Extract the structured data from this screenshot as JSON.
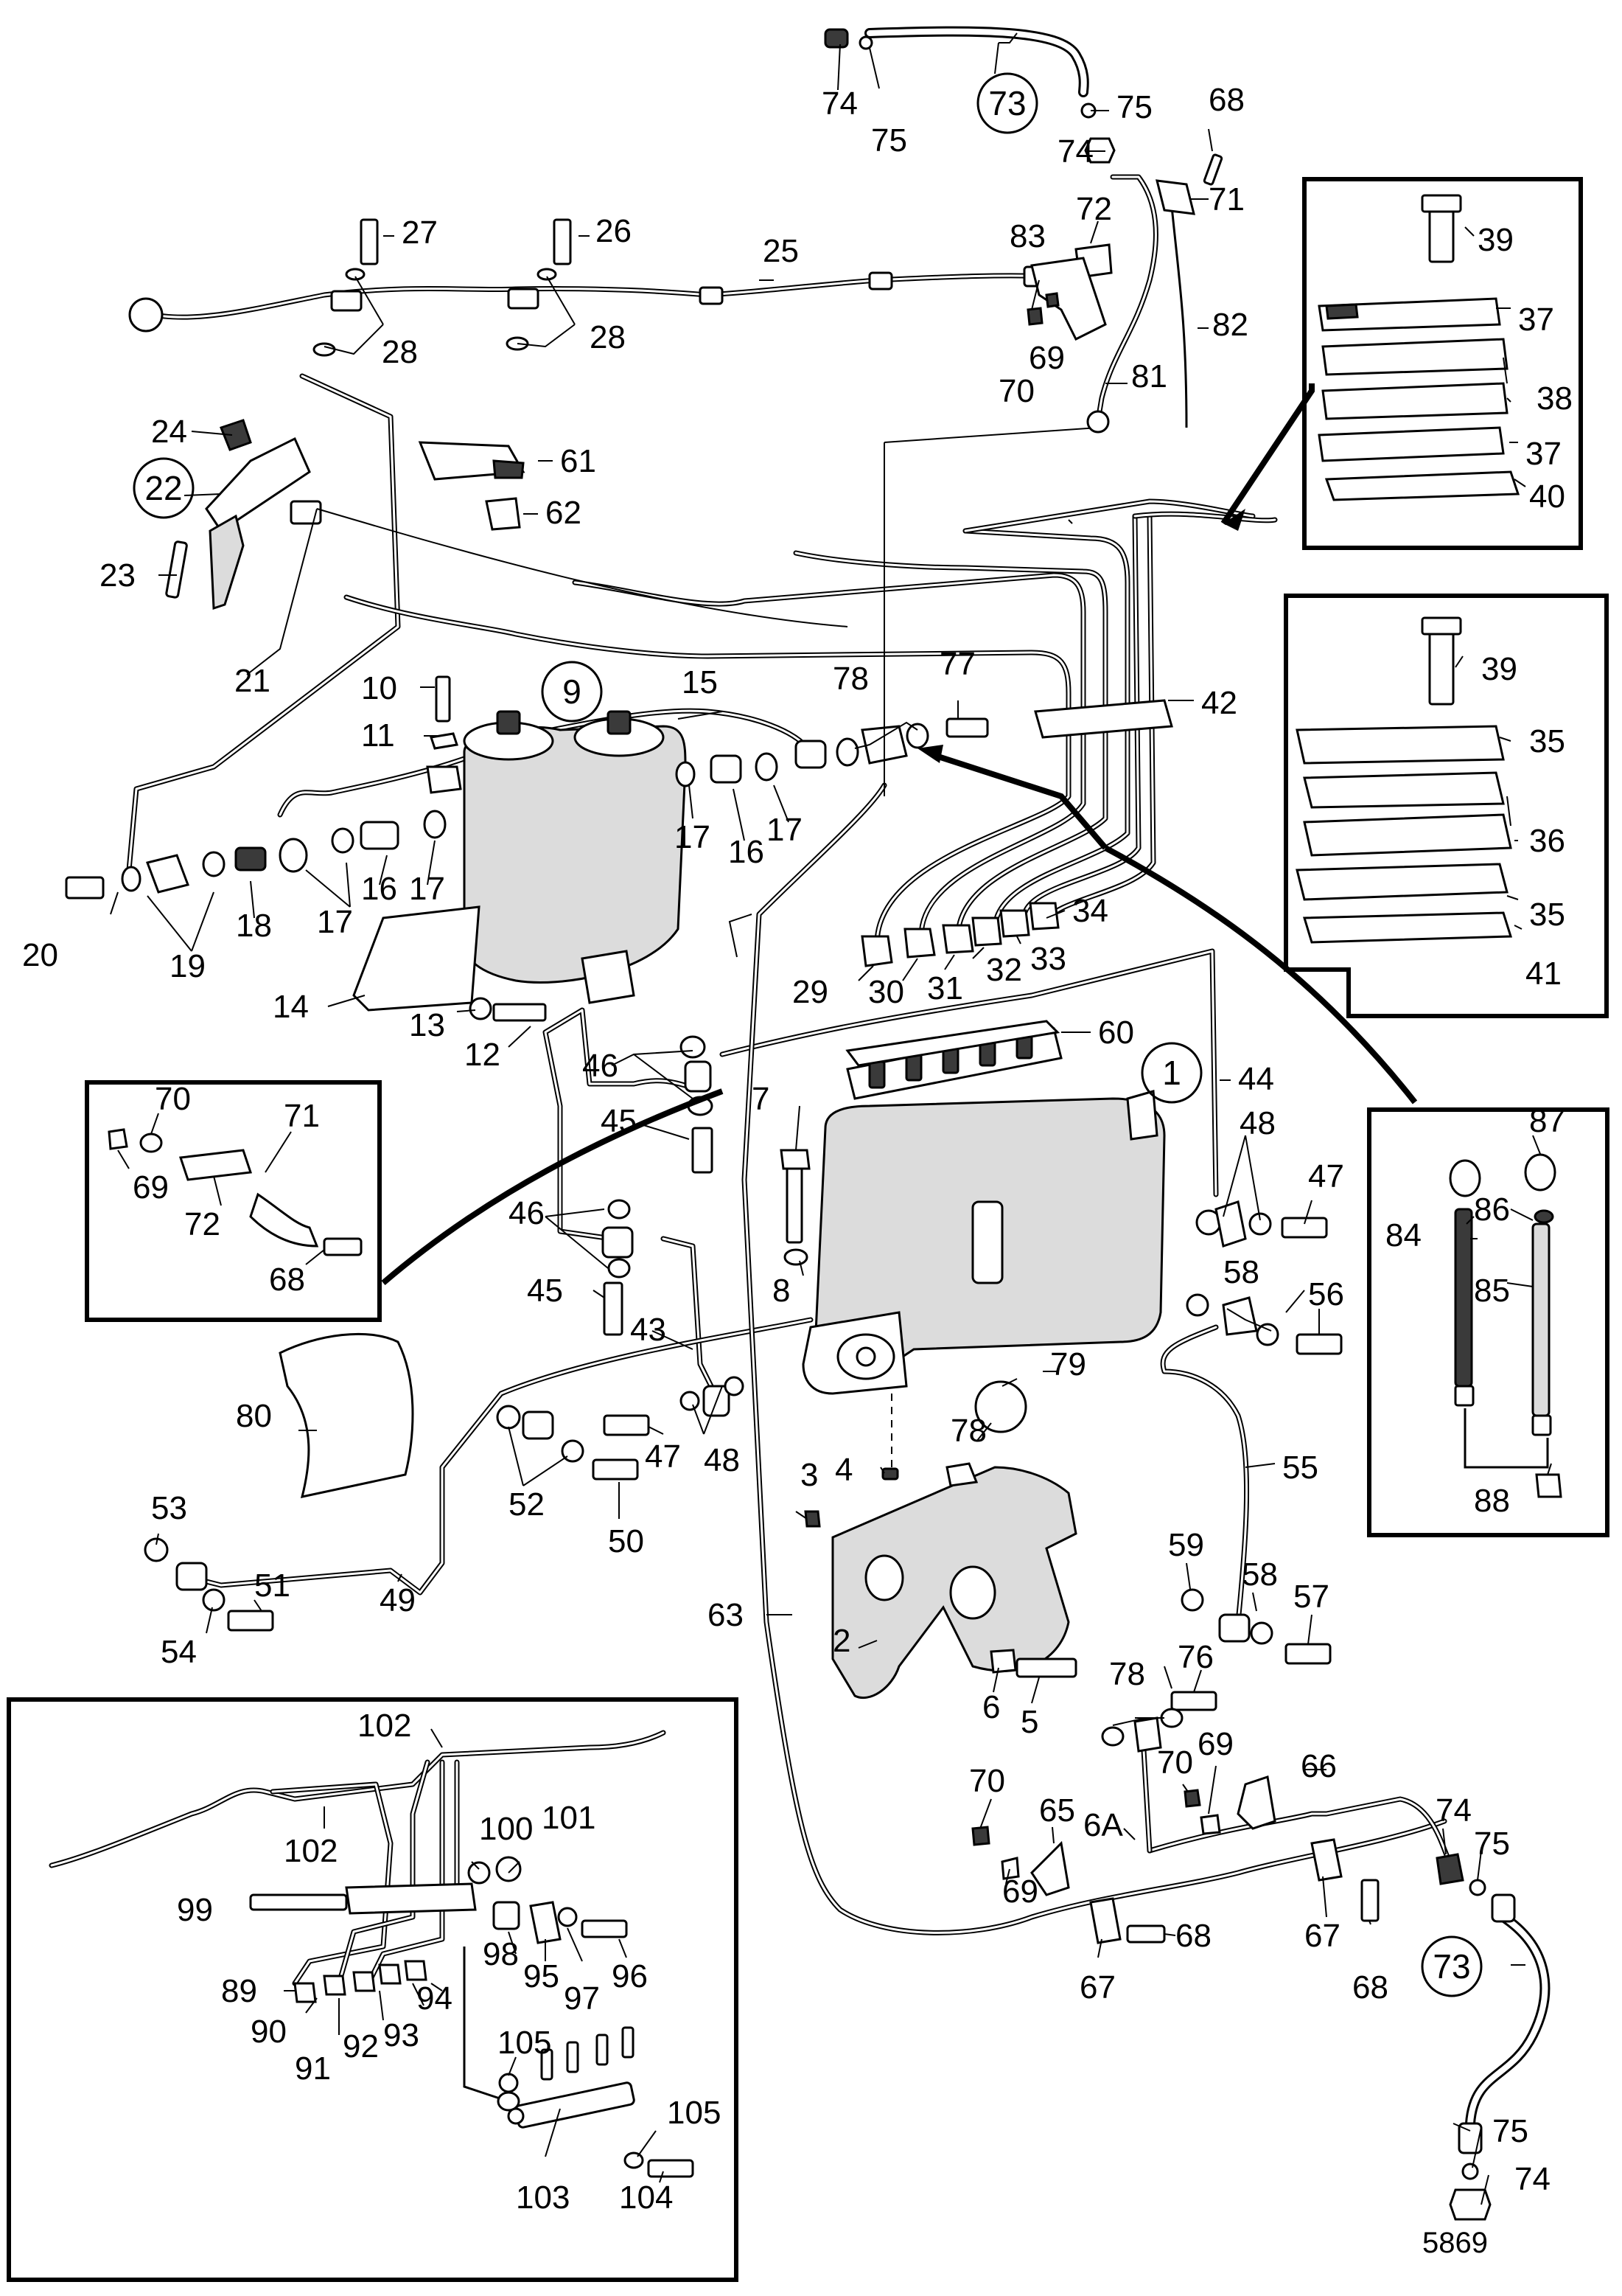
{
  "diagram": {
    "drawing_number": "5869",
    "callouts": {
      "c1": "1",
      "c2": "2",
      "c3": "3",
      "c4": "4",
      "c5": "5",
      "c6": "6",
      "c6A": "6A",
      "c7": "7",
      "c8": "8",
      "c9": "9",
      "c10": "10",
      "c11": "11",
      "c12": "12",
      "c13": "13",
      "c14": "14",
      "c15": "15",
      "c16": "16",
      "c17": "17",
      "c18": "18",
      "c19": "19",
      "c20": "20",
      "c21": "21",
      "c22": "22",
      "c23": "23",
      "c24": "24",
      "c25": "25",
      "c26": "26",
      "c27": "27",
      "c28": "28",
      "c29": "29",
      "c30": "30",
      "c31": "31",
      "c32": "32",
      "c33": "33",
      "c34": "34",
      "c35": "35",
      "c36": "36",
      "c37": "37",
      "c38": "38",
      "c39": "39",
      "c40": "40",
      "c41": "41",
      "c42": "42",
      "c43": "43",
      "c44": "44",
      "c45": "45",
      "c46": "46",
      "c47": "47",
      "c48": "48",
      "c49": "49",
      "c50": "50",
      "c51": "51",
      "c52": "52",
      "c53": "53",
      "c54": "54",
      "c55": "55",
      "c56": "56",
      "c57": "57",
      "c58": "58",
      "c59": "59",
      "c60": "60",
      "c61": "61",
      "c62": "62",
      "c63": "63",
      "c65": "65",
      "c66": "66",
      "c67": "67",
      "c68": "68",
      "c69": "69",
      "c70": "70",
      "c71": "71",
      "c72": "72",
      "c73": "73",
      "c74": "74",
      "c75": "75",
      "c76": "76",
      "c77": "77",
      "c78": "78",
      "c79": "79",
      "c80": "80",
      "c81": "81",
      "c82": "82",
      "c83": "83",
      "c84": "84",
      "c85": "85",
      "c86": "86",
      "c87": "87",
      "c88": "88",
      "c89": "89",
      "c90": "90",
      "c91": "91",
      "c92": "92",
      "c93": "93",
      "c94": "94",
      "c95": "95",
      "c96": "96",
      "c97": "97",
      "c98": "98",
      "c99": "99",
      "c100": "100",
      "c101": "101",
      "c102": "102",
      "c103": "103",
      "c104": "104",
      "c105": "105"
    }
  }
}
